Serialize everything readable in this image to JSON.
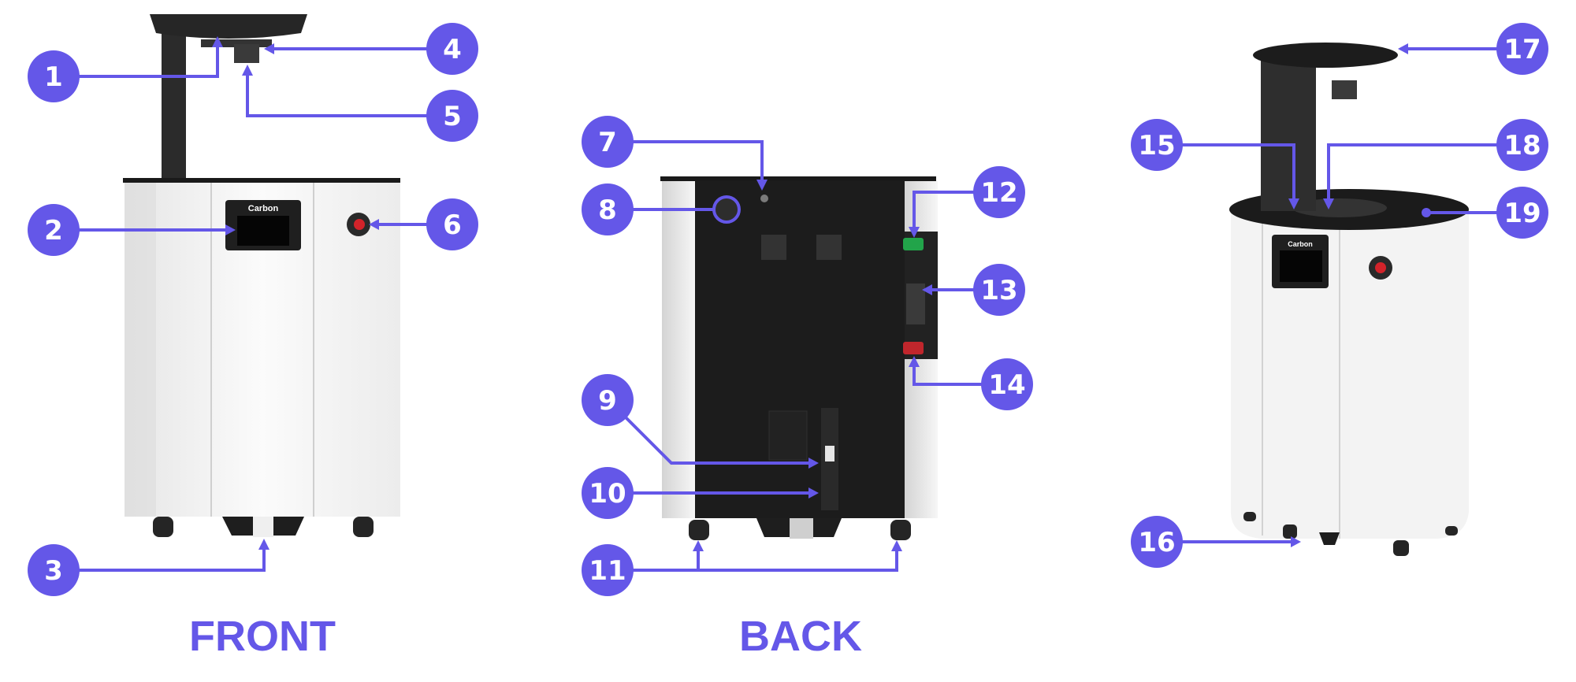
{
  "accent_color": "#6457e8",
  "views": [
    {
      "id": "front",
      "label": "FRONT"
    },
    {
      "id": "back",
      "label": "BACK"
    }
  ],
  "machine": {
    "brand_logo": "Carbon",
    "panel_color": "#f2f2f2",
    "dark_color": "#1e1e1e",
    "estop_color": "#d2232a"
  },
  "callouts": [
    {
      "n": "1"
    },
    {
      "n": "2"
    },
    {
      "n": "3"
    },
    {
      "n": "4"
    },
    {
      "n": "5"
    },
    {
      "n": "6"
    },
    {
      "n": "7"
    },
    {
      "n": "8"
    },
    {
      "n": "9"
    },
    {
      "n": "10"
    },
    {
      "n": "11"
    },
    {
      "n": "12"
    },
    {
      "n": "13"
    },
    {
      "n": "14"
    },
    {
      "n": "15"
    },
    {
      "n": "16"
    },
    {
      "n": "17"
    },
    {
      "n": "18"
    },
    {
      "n": "19"
    }
  ]
}
